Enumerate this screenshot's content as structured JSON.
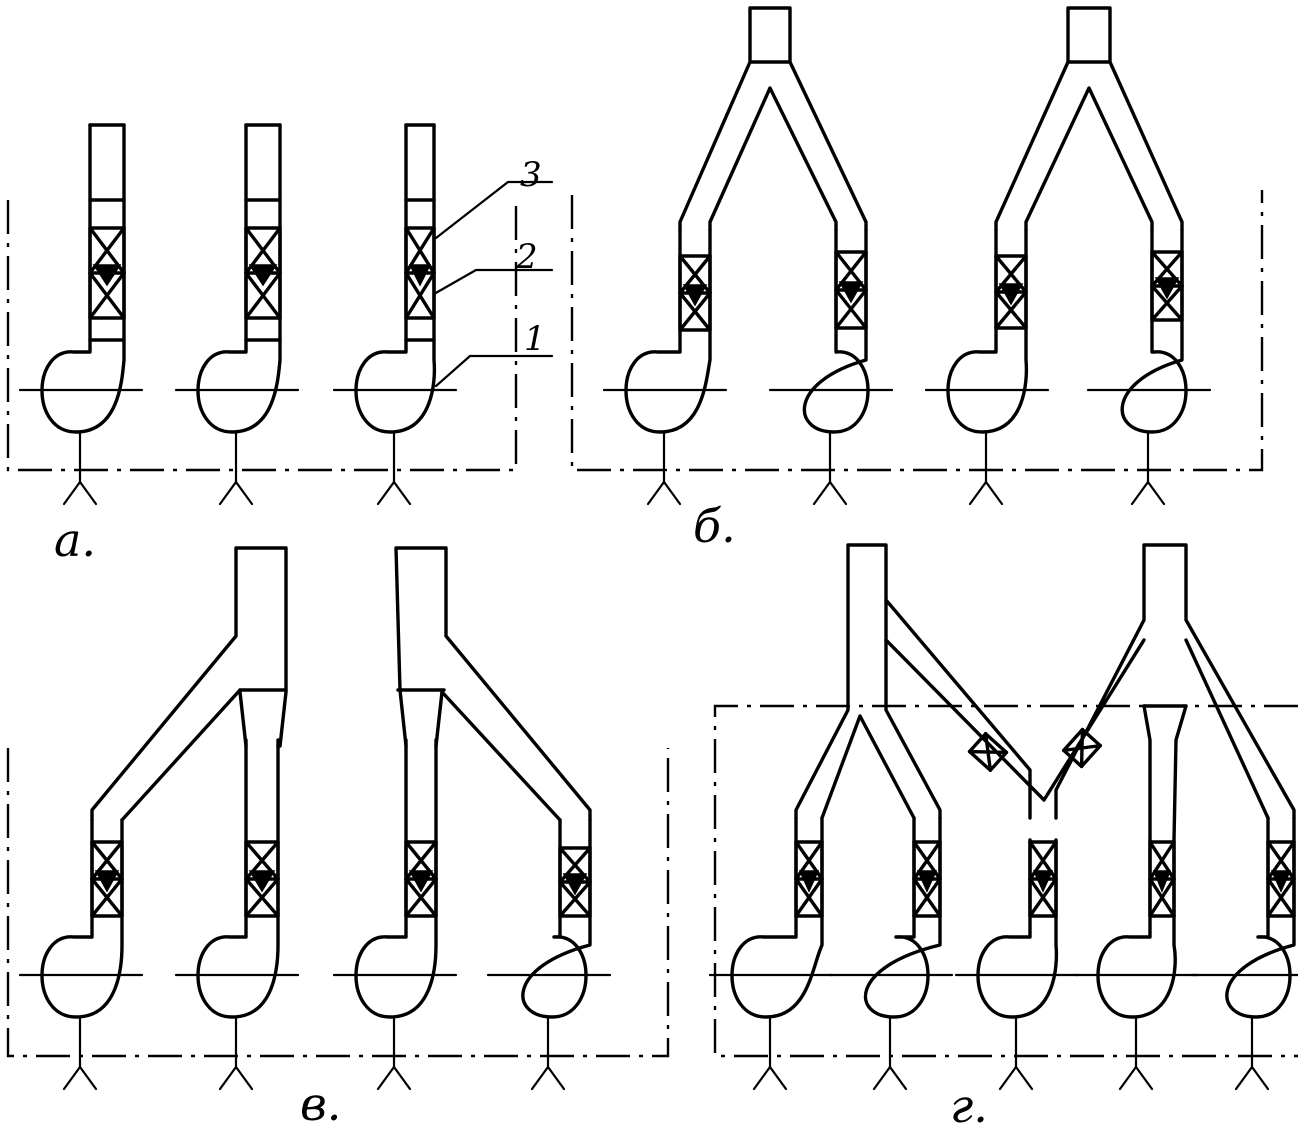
{
  "panels": [
    {
      "id": "a",
      "caption": "а."
    },
    {
      "id": "b",
      "caption": "б."
    },
    {
      "id": "v",
      "caption": "в."
    },
    {
      "id": "g",
      "caption": "г."
    }
  ],
  "callouts": [
    {
      "number": "1"
    },
    {
      "number": "2"
    },
    {
      "number": "3"
    }
  ]
}
